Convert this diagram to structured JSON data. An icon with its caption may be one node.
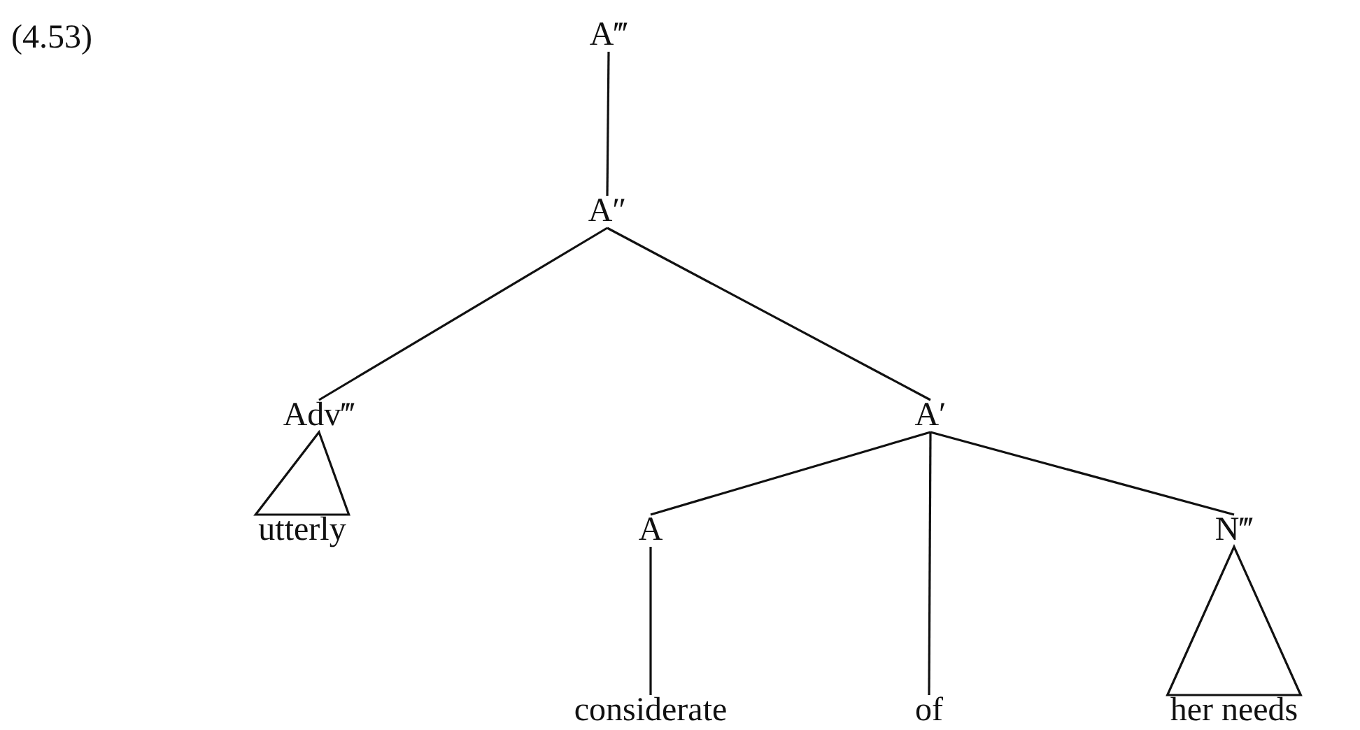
{
  "diagram": {
    "nodes": [
      {
        "text": [
          "A‴"
        ]
      },
      {
        "text": [
          "A″"
        ]
      },
      {
        "text": [
          "Adv‴"
        ]
      },
      {
        "text": [
          "A′"
        ]
      },
      {
        "text": [
          "utterly"
        ]
      },
      {
        "text": [
          "A"
        ]
      },
      {
        "text": [
          "N‴"
        ]
      },
      {
        "text": [
          "considerate"
        ]
      },
      {
        "text": [
          "of"
        ]
      },
      {
        "text": [
          "her needs"
        ]
      }
    ],
    "edges": [
      {
        "from": 0,
        "to": 1,
        "arrow": "none"
      },
      {
        "from": 1,
        "to": 2,
        "arrow": "none"
      },
      {
        "from": 1,
        "to": 3,
        "arrow": "none"
      },
      {
        "from": 2,
        "to": 4,
        "arrow": "none"
      },
      {
        "from": 3,
        "to": 5,
        "arrow": "none"
      },
      {
        "from": 3,
        "to": 8,
        "arrow": "none"
      },
      {
        "from": 3,
        "to": 6,
        "arrow": "none"
      },
      {
        "from": 5,
        "to": 7,
        "arrow": "none"
      },
      {
        "from": 6,
        "to": 9,
        "arrow": "none"
      }
    ],
    "labels": [
      "(4.53)"
    ]
  }
}
